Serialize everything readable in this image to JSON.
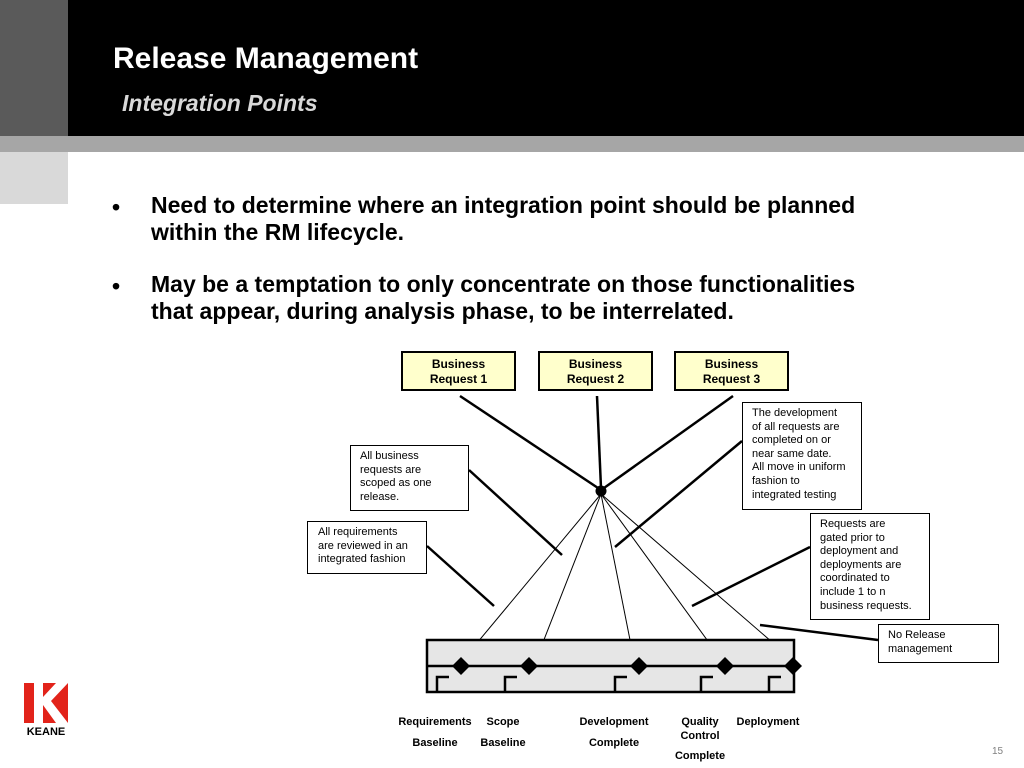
{
  "header": {
    "title": "Release Management",
    "subtitle": "Integration Points"
  },
  "bullets": [
    {
      "lines": [
        "Need to determine where an integration point should be planned",
        "within the RM lifecycle."
      ]
    },
    {
      "lines": [
        "May be a temptation to only concentrate on those functionalities",
        "that appear, during analysis phase, to be interrelated."
      ]
    }
  ],
  "diagram": {
    "business_requests": [
      {
        "lines": [
          "Business",
          "Request 1"
        ]
      },
      {
        "lines": [
          "Business",
          "Request 2"
        ]
      },
      {
        "lines": [
          "Business",
          "Request 3"
        ]
      }
    ],
    "notes": {
      "development": [
        "The development",
        "of all requests are",
        "completed on or",
        "near same date.",
        "All move in uniform",
        "fashion to",
        "integrated testing"
      ],
      "scoped": [
        "All business",
        "requests are",
        "scoped as one",
        "release."
      ],
      "requirements": [
        "All requirements",
        "are reviewed in an",
        "integrated fashion"
      ],
      "gated": [
        "Requests are",
        "gated prior to",
        "deployment and",
        "deployments are",
        "coordinated to",
        "include 1 to n",
        "business requests."
      ],
      "no_release": [
        "No Release",
        "management"
      ]
    },
    "milestones": {
      "requirements": "Requirements",
      "scope": "Scope",
      "development": "Development",
      "quality": "Quality",
      "control": "Control",
      "deployment": "Deployment",
      "req_baseline": "Baseline",
      "scope_baseline": "Baseline",
      "dev_complete": "Complete",
      "qc_complete": "Complete"
    }
  },
  "footer": {
    "logo_text": "KEANE",
    "page_number": "15"
  },
  "colors": {
    "header_bg": "#000000",
    "header_side": "#5a5a5a",
    "band": "#a6a6a6",
    "request_fill": "#ffffcc",
    "timeline_fill": "#e6e6e6",
    "logo_red": "#e2231a"
  }
}
